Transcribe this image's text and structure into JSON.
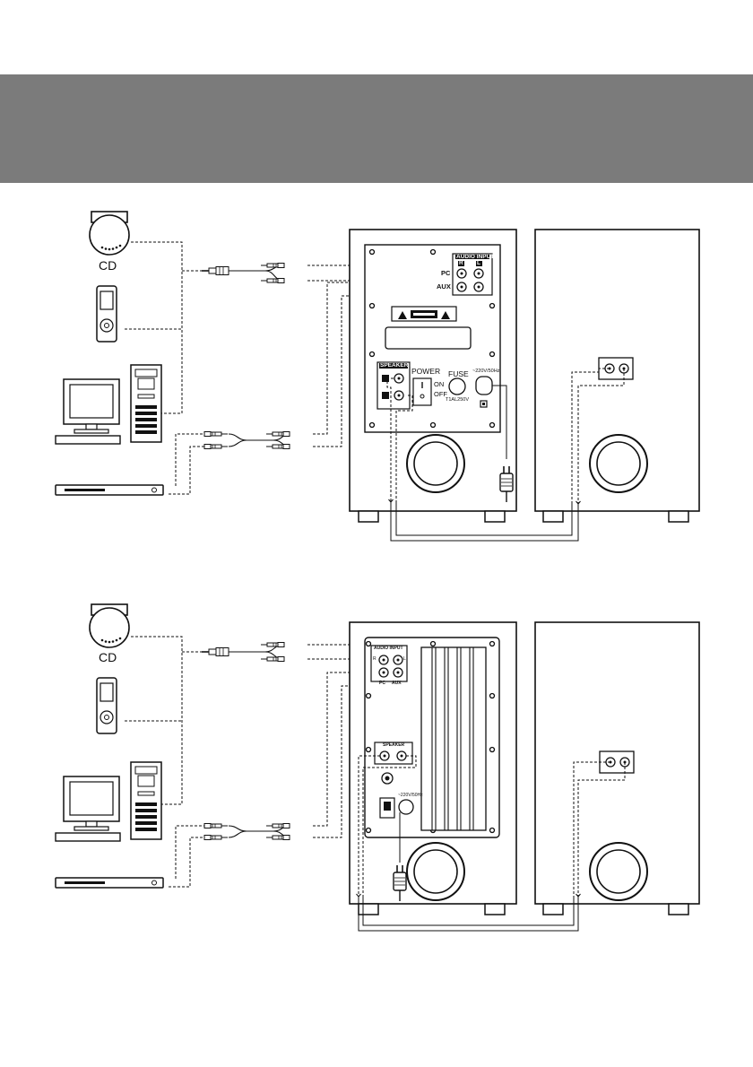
{
  "colors": {
    "header_band": "#7b7b7b",
    "line": "#111111",
    "background": "#ffffff"
  },
  "diagram1": {
    "source_label": "CD",
    "audio_input_title": "AUDIO INPUT",
    "channel_r": "R",
    "channel_l": "L",
    "input_pc": "PC",
    "input_aux": "AUX",
    "speaker_title": "SPEAKER R",
    "power_label": "POWER",
    "on_label": "ON",
    "off_label": "OFF",
    "fuse_label": "FUSE",
    "fuse_rating": "T1AL250V",
    "mains_rating": "~220V/50Hz"
  },
  "diagram2": {
    "source_label": "CD",
    "audio_input_title": "AUDIO INPUT",
    "channel_r": "R",
    "channel_l": "L",
    "input_pc": "PC",
    "input_aux": "AUX",
    "speaker_title": "SPEAKER",
    "mains_rating": "~220V/50Hz"
  }
}
